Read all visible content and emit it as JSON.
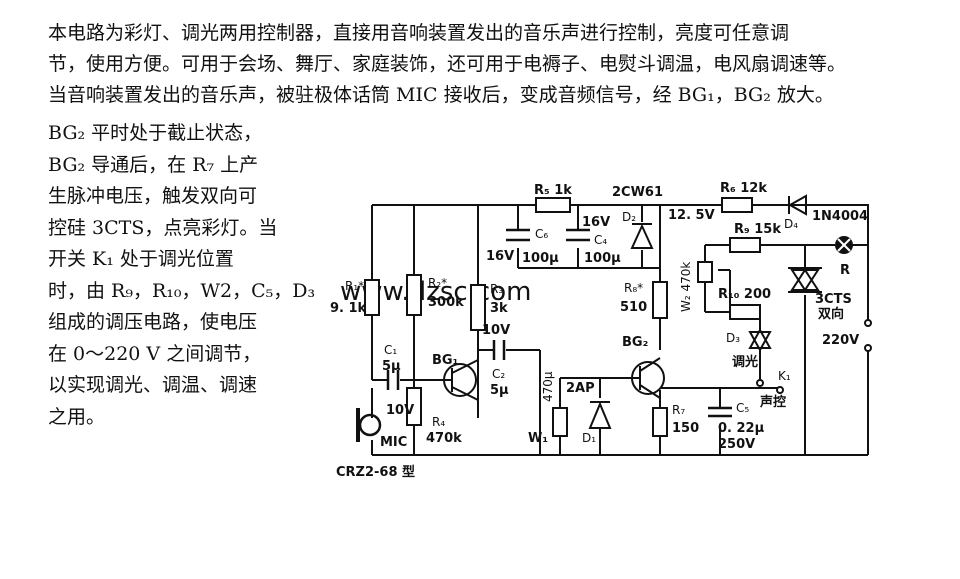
{
  "text": {
    "p1": [
      "本电路为彩灯、调光两用控制器，直接用音响装置发出的音乐声进行控制，亮度可任意调",
      "节，使用方便。可用于会场、舞厅、家庭装饰，还可用于电褥子、电熨斗调温，电风扇调速等。"
    ],
    "p2": "当音响装置发出的音乐声，被驻极体话筒 MIC 接收后，变成音频信号，经 BG₁，BG₂ 放大。",
    "side": [
      "BG₂ 平时处于截止状态，",
      "BG₂ 导通后，在 R₇ 上产",
      "生脉冲电压，触发双向可",
      "控硅 3CTS，点亮彩灯。当",
      "开关 K₁ 处于调光位置",
      "时，由 R₉，R₁₀，W2，C₅，D₃",
      "组成的调压电路，使电压",
      "在 0～220 V 之间调节，",
      "以实现调光、调温、调速",
      "之用。"
    ]
  },
  "circuit": {
    "labels": {
      "r1": "R₁*",
      "r1v": "9. 1k",
      "r2": "R₂*",
      "r2v": "300k",
      "r3": "R₃",
      "r3v": "3k",
      "r5": "R₅ 1k",
      "dz2": "2CW61",
      "d2": "D₂",
      "r6": "R₆ 12k",
      "d4p": "1N4004",
      "d4": "D₄",
      "v125": "12. 5V",
      "c6": "C₆",
      "v16a": "16V",
      "c6v": "100μ",
      "c4": "C₄",
      "v16b": "16V",
      "c4v": "100μ",
      "r9": "R₉ 15k",
      "w2": "W₂ 470k",
      "r8": "R₈*",
      "r8v": "510",
      "r10": "R₁₀ 200",
      "lamp": "R",
      "scr": "3CTS",
      "scr2": "双向",
      "ac": "220V",
      "c1": "C₁",
      "c1v": "5μ",
      "bg1": "BG₁",
      "bg2": "BG₂",
      "c2v1": "10V",
      "c2": "C₂",
      "c2v2": "5μ",
      "v10": "10V",
      "r4": "R₄",
      "r4v": "470k",
      "mic": "MIC",
      "model": "CRZ2-68 型",
      "w1v": "470μ",
      "w1": "W₁",
      "d1p": "2AP",
      "d1": "D₁",
      "r7": "R₇",
      "r7v": "150",
      "c5": "C₅",
      "c5v1": "0. 22μ",
      "c5v2": "250V",
      "d3": "D₃",
      "tg": "调光",
      "k1": "K₁",
      "sk": "声控"
    },
    "watermark": "www.dzsc.com"
  }
}
